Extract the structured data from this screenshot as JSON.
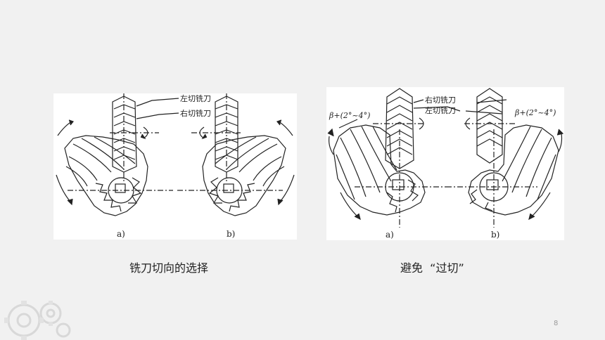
{
  "figure_left": {
    "label_left_cutter": "左切铣刀",
    "label_right_cutter": "右切铣刀",
    "sub_a": "a)",
    "sub_b": "b)"
  },
  "figure_right": {
    "label_right_cutter": "右切铣刀",
    "label_left_cutter": "左切铣刀",
    "angle_a": "β+(2°~4°)",
    "angle_b": "β+(2°~4°)",
    "sub_a": "a)",
    "sub_b": "b)"
  },
  "captions": {
    "left": "铣刀切向的选择",
    "right": "避免  “过切”"
  },
  "page_number": "8",
  "colors": {
    "background": "#f1f1f1",
    "figure_bg": "#ffffff",
    "line": "#222222"
  }
}
